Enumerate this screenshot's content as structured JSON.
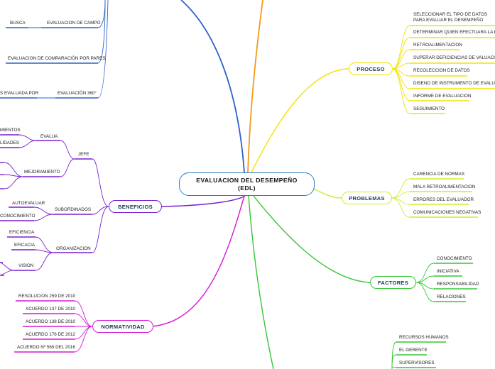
{
  "central": {
    "title": "EVALUACION DEL DESEMPEÑO (EDL)"
  },
  "colors": {
    "central_border": "#2b7fc2",
    "proceso": "#f2e300",
    "problemas": "#c9ee2f",
    "factores": "#33c633",
    "beneficios": "#7a1fd1",
    "normatividad": "#d61ad6",
    "metodos": "#2a63c9",
    "orange": "#f39a1a"
  },
  "proceso": {
    "label": "PROCESO",
    "items": [
      "SELECCIONAR EL TIPO DE DATOS PARA EVALUAR EL DESEMPEÑO",
      "DETERMINAR QUIEN EFECTUARA LA EVALUACION",
      "RETROALIMENTACION",
      "SUPERAR DEFICIENCIAS DE VALUACION",
      "RECOLECCION DE DATOS",
      "DISEÑO DE INSTRUMENTO DE EVALUACION",
      "INFORME DE EVALUACION",
      "SEGUIMIENTO"
    ]
  },
  "problemas": {
    "label": "PROBLEMAS",
    "items": [
      "CARENCIA DE NORMAS",
      "MALA RETROALIMENTACION",
      "ERRORES DEL EVALUADOR",
      "COMUNICACIONES NEGATIVAS"
    ]
  },
  "factores": {
    "label": "FACTORES",
    "items": [
      "CONOCIMIENTO",
      "INICIATIVA",
      "RESPONSABILIDAD",
      "RELACIONES"
    ]
  },
  "evaluadores": {
    "items": [
      "RECURSOS HUMANOS",
      "EL GERENTE",
      "SUPERVISORES"
    ]
  },
  "beneficios": {
    "label": "BENEFICIOS",
    "jefe": {
      "label": "JEFE",
      "evalua": {
        "label": "EVALUA",
        "items": [
          "MIENTOS",
          "LIDADES"
        ]
      },
      "mejoramiento": {
        "label": "MEJORAMIENTO"
      }
    },
    "subordinados": {
      "label": "SUBORDINADOS",
      "items": [
        "AUTOEVALUAR",
        "CONOCIMIENTO"
      ]
    },
    "organizacion": {
      "label": "ORGANIZACION",
      "items": [
        "EFICIENCIA",
        "EFICACIA",
        "VISION"
      ]
    }
  },
  "normatividad": {
    "label": "NORMATIVIDAD",
    "items": [
      "RESOLUCION 259 DE 2010",
      "ACUERDO 137 DE 2010",
      "ACUERDO 138 DE 2010",
      "ACUERDO 176 DE 2012",
      "ACUERDO Nº 565 DEL 2016"
    ]
  },
  "metodos": {
    "items": [
      {
        "label": "EVALUACION DE CAMPO",
        "sub": "BUSCA"
      },
      {
        "label": "EVALUACION DE COMPARACIÓN POR PARES",
        "sub": ""
      },
      {
        "label": "EVALUACIÓN 360°",
        "sub": "S EVALUADA POR"
      }
    ]
  }
}
